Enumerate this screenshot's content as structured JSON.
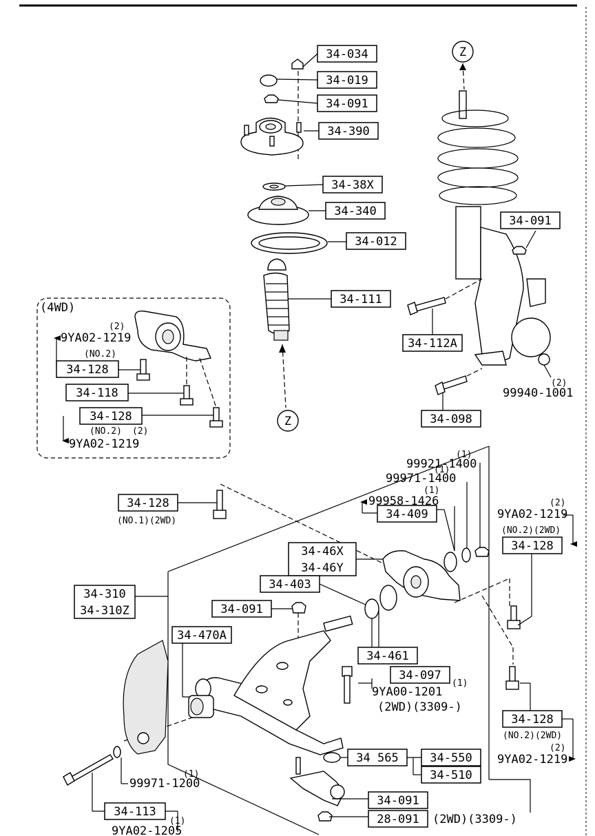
{
  "callouts": {
    "top_nut": "34-034",
    "cap": "34-019",
    "mount_nut": "34-091",
    "mount": "34-390",
    "washer": "34-38X",
    "spring_seat": "34-340",
    "insulator": "34-012",
    "bound_stopper": "34-111",
    "knuckle_nut": "34-091",
    "knuckle_bolt": "34-112A",
    "lower_bolt": "34-098",
    "lower_nut_pn": "99940-1001",
    "lower_nut_qty": "(2)",
    "z_marker": "Z"
  },
  "wd4": {
    "title": "(4WD)",
    "ref1": "9YA02-1219",
    "ref1_qty": "(2)",
    "no2a": "(NO.2)",
    "bolt_a": "34-128",
    "bolt_b": "34-118",
    "bolt_c": "34-128",
    "no2b": "(NO.2)",
    "no2b_qty": "(2)",
    "ref2": "9YA02-1219"
  },
  "arm": {
    "bolt_no1": "34-128",
    "bolt_no1_note": "(NO.1)(2WD)",
    "pn_99921": "99921-1400",
    "pn_99921_qty": "(1)",
    "pn_99971": "99971-1400",
    "pn_99971_qty": "(1)",
    "pn_99958": "99958-1426",
    "pn_99958_qty": "(1)",
    "bushing_409": "34-409",
    "bracket_x": "34-46X",
    "bracket_y": "34-46Y",
    "right_ref": "9YA02-1219",
    "right_ref_qty": "(2)",
    "right_no2": "(NO.2)(2WD)",
    "right_bolt": "34-128",
    "arm_310": "34-310",
    "arm_310z": "34-310Z",
    "washer_403": "34-403",
    "nut_091": "34-091",
    "bushing_470": "34-470A",
    "bushing_461": "34-461",
    "bolt_097": "34-097",
    "bolt_097_qty": "(1)",
    "pn_9ya00": "9YA00-1201",
    "note_2wd_3309": "(2WD)(3309-)",
    "lower_right_bolt": "34-128",
    "lower_right_no2": "(NO.2)(2WD)",
    "lower_right_ref": "9YA02-1219",
    "lower_right_ref_qty": "(2)",
    "dust_565": "34 565",
    "ball_550": "34-550",
    "ball_510": "34-510",
    "nut_091b": "34-091",
    "nut_28091": "28-091",
    "note_28091": "(2WD)(3309-)",
    "bolt_113": "34-113",
    "bolt_113_qty": "(1)",
    "pn_9ya02_1205": "9YA02-1205",
    "washer_99971_1200": "99971-1200",
    "washer_99971_1200_qty": "(1)"
  }
}
